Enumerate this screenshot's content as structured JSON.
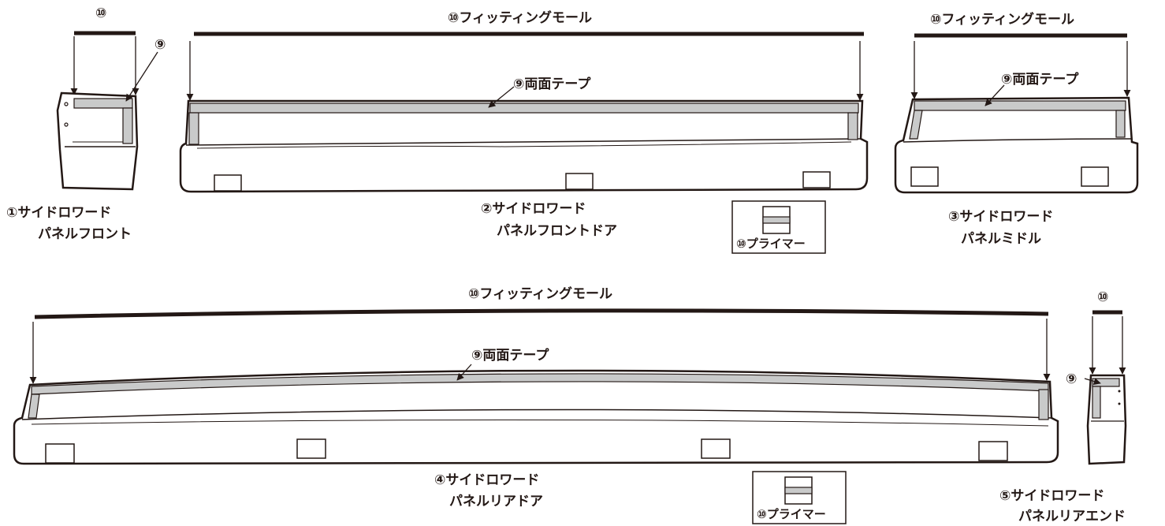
{
  "colors": {
    "ink": "#231815",
    "tape": "#c9caca",
    "paper": "#ffffff"
  },
  "parts": [
    {
      "line1": "①サイドロワード",
      "line2": "パネルフロント"
    },
    {
      "line1": "②サイドロワード",
      "line2": "パネルフロントドア"
    },
    {
      "line1": "③サイドロワード",
      "line2": "パネルミドル"
    },
    {
      "line1": "④サイドロワード",
      "line2": "パネルリアドア"
    },
    {
      "line1": "⑤サイドロワード",
      "line2": "パネルリアエンド"
    }
  ],
  "callouts": {
    "molding_full": "⑩フィッティングモール",
    "molding_short": "⑩",
    "tape_full": "⑨両面テープ",
    "tape_short": "⑨",
    "primer": "⑩プライマー"
  }
}
